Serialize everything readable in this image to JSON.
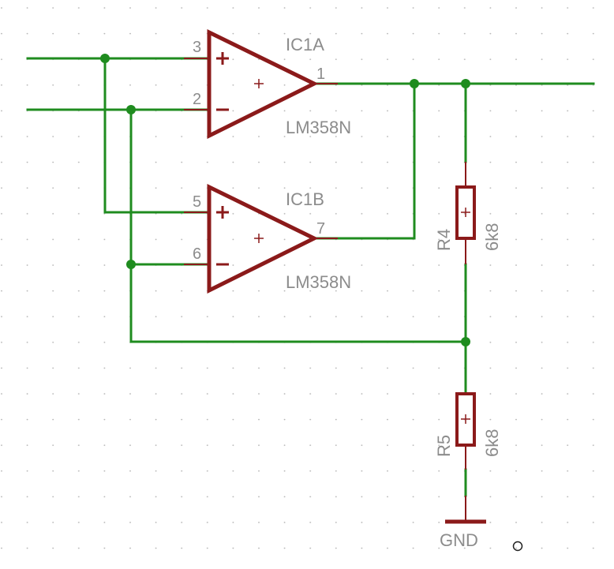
{
  "colors": {
    "wire": "#1f8c1f",
    "component": "#8b1a1a",
    "text": "#8c8c8c",
    "grid": "#b4b4b4",
    "background": "#ffffff"
  },
  "opamps": [
    {
      "name": "IC1A",
      "value": "LM358N",
      "pin_plus": "3",
      "pin_minus": "2",
      "pin_out": "1"
    },
    {
      "name": "IC1B",
      "value": "LM358N",
      "pin_plus": "5",
      "pin_minus": "6",
      "pin_out": "7"
    }
  ],
  "resistors": [
    {
      "name": "R4",
      "value": "6k8"
    },
    {
      "name": "R5",
      "value": "6k8"
    }
  ],
  "ground": {
    "label": "GND"
  }
}
